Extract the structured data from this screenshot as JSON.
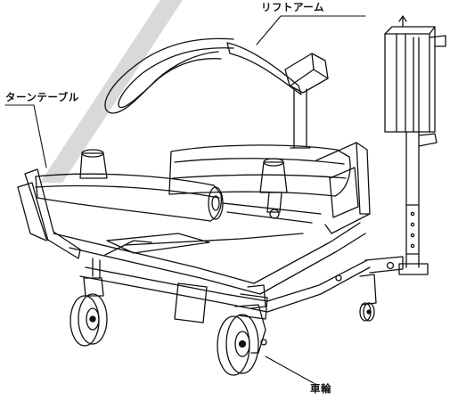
{
  "labels": {
    "lift_arm": "リフトアーム",
    "turntable": "ターンテーブル",
    "wheel": "車輪"
  },
  "colors": {
    "line": "#111111",
    "paper": "#ffffff",
    "watermark": "#d9d9d9"
  }
}
